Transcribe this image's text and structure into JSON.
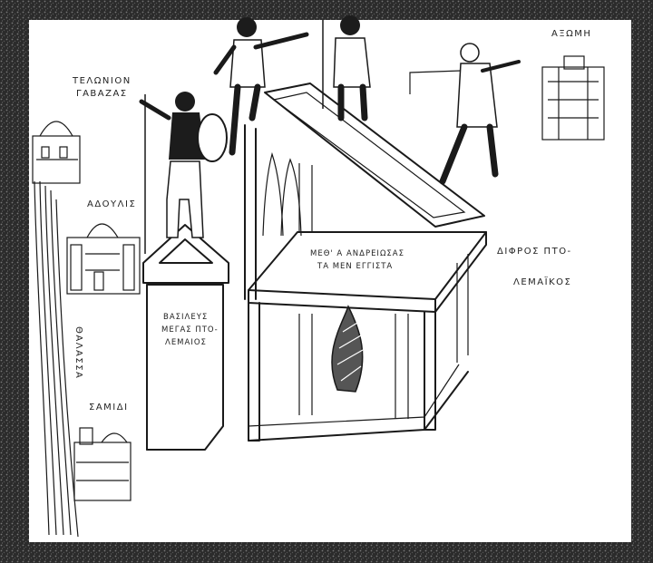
{
  "labels": {
    "telonion_1": "ΤΕΛΩΝΙΟΝ",
    "telonion_2": "ΓΑΒΑΖΑΣ",
    "axomi": "ΑΞΩΜΗ",
    "adoulis": "ΑΔΟΥΛΙΣ",
    "thalassa": "ΘΑΛΑΣΣΑ",
    "samidi": "ΣΑΜΙΔΙ",
    "basileus_1": "ΒΑΣΙΛΕΥΣ",
    "basileus_2": "ΜΕΓΑΣ ΠΤΟ-",
    "basileus_3": "ΛΕΜΑΙΟΣ",
    "throne_1": "ΜΕΘ' Α ΑΝΔΡΕΙΩΣΑΣ",
    "throne_2": "ΤΑ ΜΕΝ ΕΓΓΙΣΤΑ",
    "diphros_1": "ΔΙΦΡΟΣ ΠΤΟ-",
    "diphros_2": "ΛΕΜΑΪΚΟΣ"
  },
  "colors": {
    "ink": "#1a1a1a",
    "border": "#2a2a2a",
    "paper": "#ffffff"
  }
}
